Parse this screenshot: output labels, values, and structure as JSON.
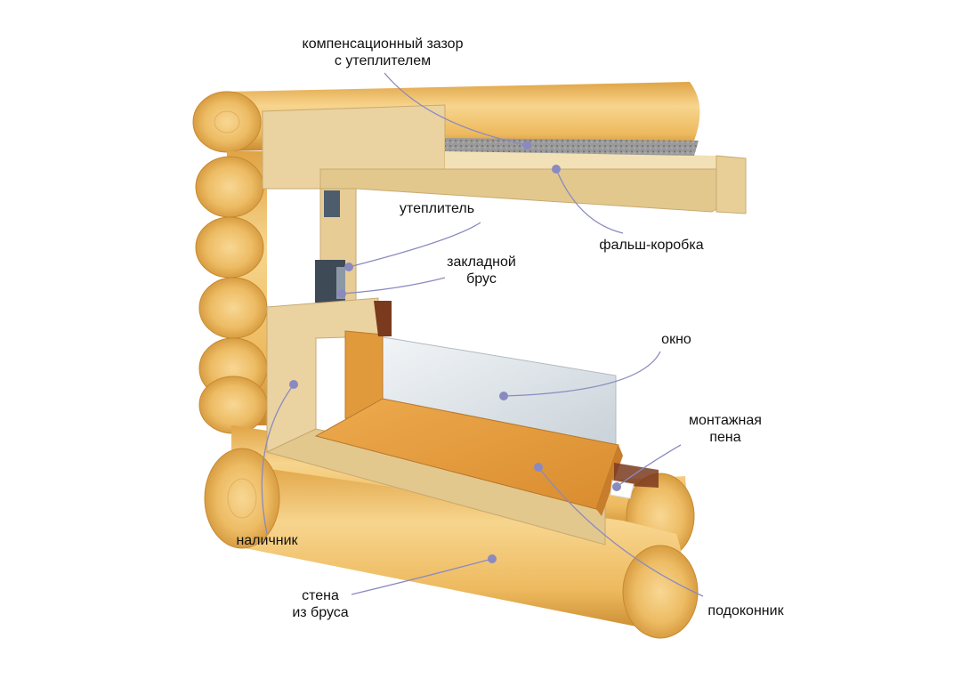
{
  "colors": {
    "log_light": "#F4CF84",
    "log_mid": "#E9B356",
    "log_dark": "#C88A2E",
    "plank_face": "#EBD5A3",
    "plank_top": "#F3E2B8",
    "plank_side": "#D8BC82",
    "sill": "#E39A3C",
    "insulation": "#8A8A8A",
    "glass": "#DCE3E8",
    "leader": "#8A8AC0",
    "text": "#111111"
  },
  "labels": {
    "gap": {
      "line1": "компенсационный зазор",
      "line2": "с утеплителем"
    },
    "insulation": "утеплитель",
    "beam": {
      "line1": "закладной",
      "line2": "брус"
    },
    "false_box": "фальш-коробка",
    "window": "окно",
    "foam": {
      "line1": "монтажная",
      "line2": "пена"
    },
    "trim": "наличник",
    "wall": {
      "line1": "стена",
      "line2": "из бруса"
    },
    "sill": "подоконник"
  }
}
